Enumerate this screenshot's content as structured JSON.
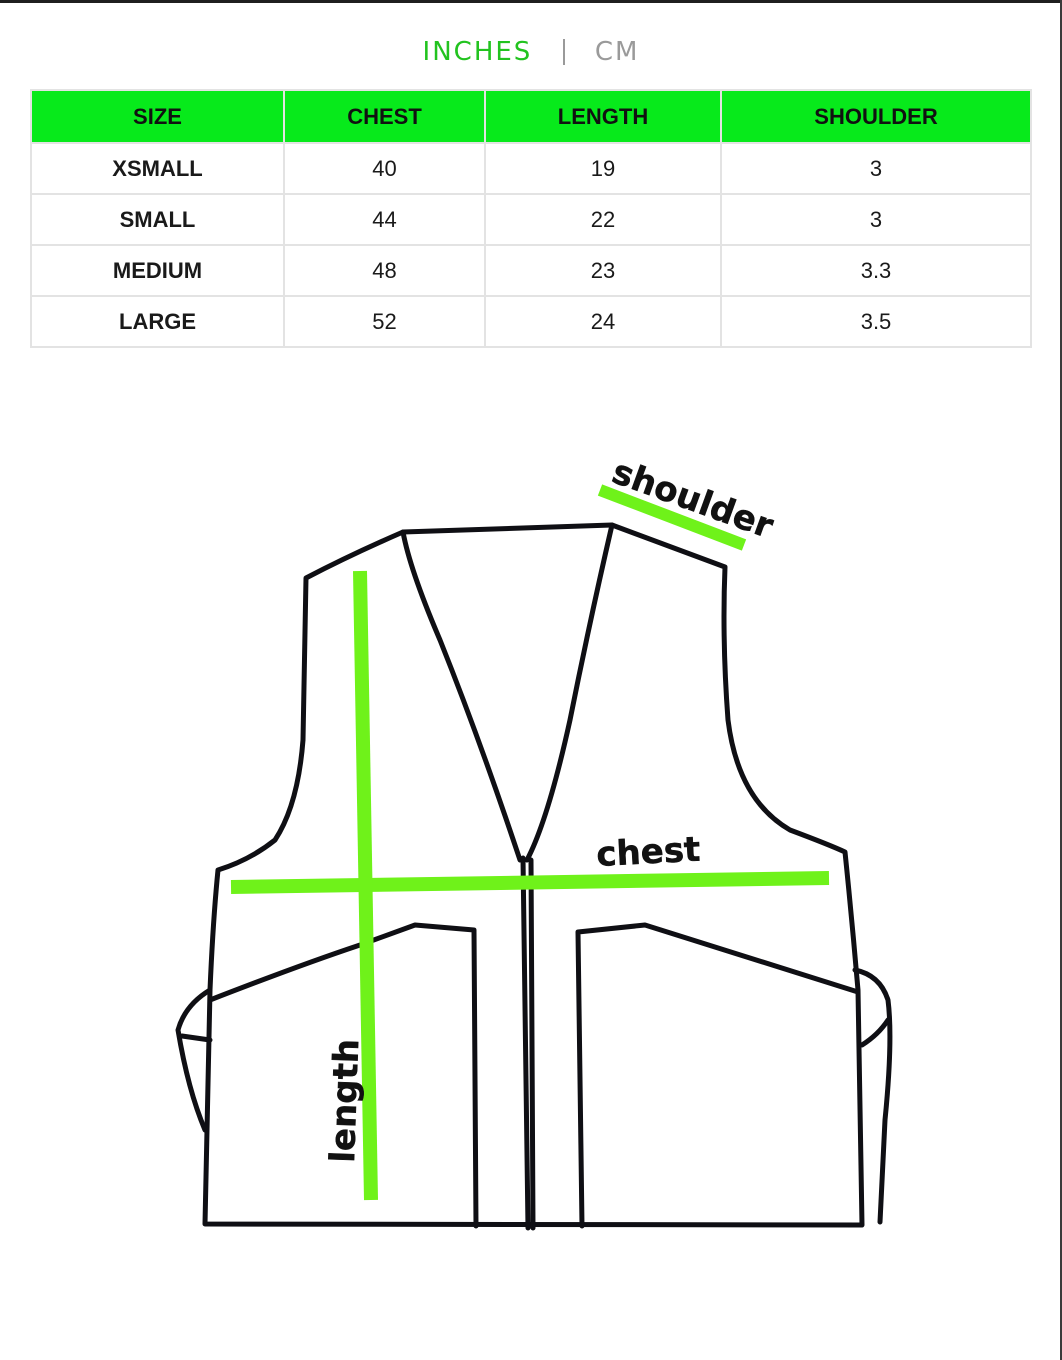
{
  "units": {
    "inches": "INCHES",
    "cm": "CM"
  },
  "table": {
    "headers": [
      "SIZE",
      "CHEST",
      "LENGTH",
      "SHOULDER"
    ],
    "rows": [
      [
        "XSMALL",
        "40",
        "19",
        "3"
      ],
      [
        "SMALL",
        "44",
        "22",
        "3"
      ],
      [
        "MEDIUM",
        "48",
        "23",
        "3.3"
      ],
      [
        "LARGE",
        "52",
        "24",
        "3.5"
      ]
    ]
  },
  "diagram": {
    "labels": {
      "shoulder": "shoulder",
      "chest": "chest",
      "length": "length"
    }
  },
  "colors": {
    "accent": "#07ea1b",
    "active_unit": "#22c31f",
    "inactive_unit": "#9a9a9a",
    "measure_line": "#6ff21a",
    "outline": "#0f0f14"
  }
}
